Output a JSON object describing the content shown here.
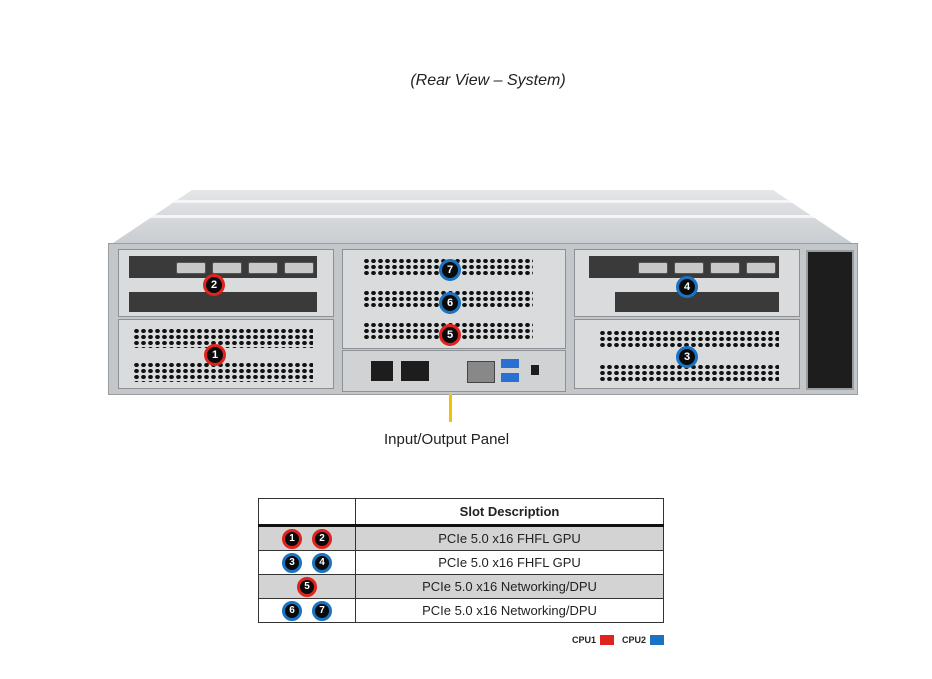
{
  "title": "(Rear View – System)",
  "io_panel_label": "Input/Output Panel",
  "slot_badges": {
    "s1": "1",
    "s2": "2",
    "s3": "3",
    "s4": "4",
    "s5": "5",
    "s6": "6",
    "s7": "7"
  },
  "table": {
    "header": "Slot Description",
    "rows": [
      {
        "slots": [
          "1",
          "2"
        ],
        "cpu": "CPU1",
        "description": "PCIe 5.0 x16 FHFL GPU"
      },
      {
        "slots": [
          "3",
          "4"
        ],
        "cpu": "CPU2",
        "description": "PCIe 5.0 x16 FHFL GPU"
      },
      {
        "slots": [
          "5"
        ],
        "cpu": "CPU1",
        "description": "PCIe 5.0 x16 Networking/DPU"
      },
      {
        "slots": [
          "6",
          "7"
        ],
        "cpu": "CPU2",
        "description": "PCIe 5.0 x16 Networking/DPU"
      }
    ]
  },
  "legend": {
    "cpu1_label": "CPU1",
    "cpu1_color": "#e0231e",
    "cpu2_label": "CPU2",
    "cpu2_color": "#1a73c2"
  }
}
